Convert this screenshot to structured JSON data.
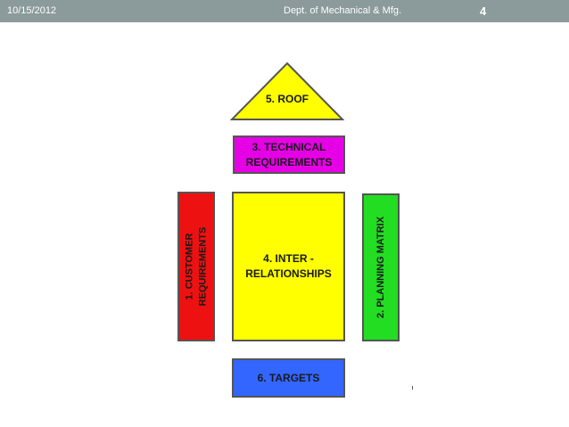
{
  "header": {
    "date": "10/15/2012",
    "department": "Dept. of Mechanical & Mfg.",
    "page_number": "4"
  },
  "diagram": {
    "roof": {
      "label": "5. ROOF",
      "color": "#ffff00"
    },
    "technical_requirements": {
      "line1": "3. TECHNICAL",
      "line2": "REQUIREMENTS",
      "color": "#e600e6"
    },
    "customer_requirements": {
      "line1": "1. CUSTOMER",
      "line2": "REQUIREMENTS",
      "color": "#ee1111"
    },
    "inter_relationships": {
      "line1": "4. INTER -",
      "line2": "RELATIONSHIPS",
      "color": "#ffff00"
    },
    "planning_matrix": {
      "label": "2. PLANNING MATRIX",
      "color": "#22dd22"
    },
    "targets": {
      "label": "6. TARGETS",
      "color": "#3366ff"
    }
  }
}
